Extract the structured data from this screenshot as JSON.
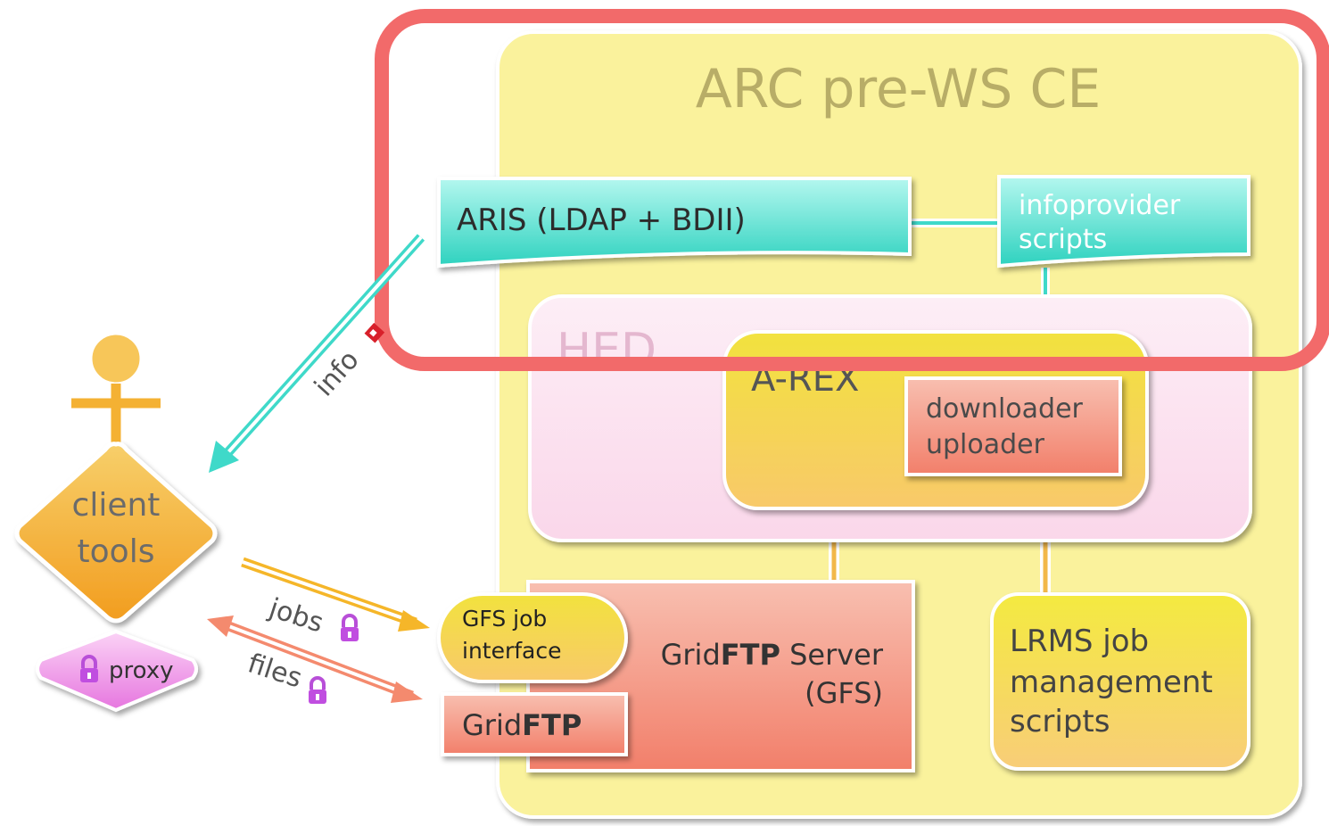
{
  "ce_title": "ARC pre-WS CE",
  "aris_label": "ARIS (LDAP + BDII)",
  "infoprovider": {
    "line1": "infoprovider",
    "line2": "scripts"
  },
  "hed_label": "HED",
  "arex_label": "A-REX",
  "downloader": {
    "line1": "downloader",
    "line2": "uploader"
  },
  "gfs_job_interface": {
    "line1": "GFS job",
    "line2": "interface"
  },
  "gridftp_label": {
    "prefix": "Grid",
    "bold": "FTP"
  },
  "gridftp_server": {
    "line1_prefix": "Grid",
    "line1_bold": "FTP",
    "line1_suffix": " Server",
    "line2": "(GFS)"
  },
  "lrms": {
    "line1": "LRMS job",
    "line2": "management",
    "line3": "scripts"
  },
  "client_tools": {
    "line1": "client",
    "line2": "tools"
  },
  "proxy_label": "proxy",
  "arrows": {
    "info": "info",
    "jobs": "jobs",
    "files": "files"
  },
  "colors": {
    "highlight": "#f26a6a",
    "ce_fill": "#faf29c",
    "teal": "#3fd9c9",
    "hed_fill": "#fbe0ef",
    "arex_fill": "#f6e64a",
    "salmon": "#f4a08e",
    "client_orange": "#f4b133",
    "proxy_pink": "#e67fe0"
  },
  "icons": [
    "lock-icon",
    "person-icon"
  ]
}
